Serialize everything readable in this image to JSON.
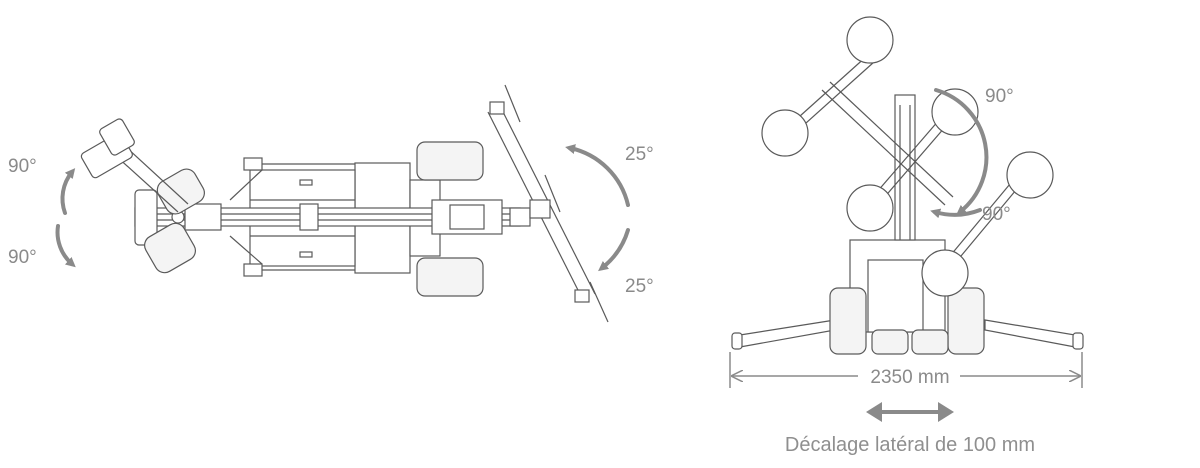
{
  "top_view": {
    "angles": {
      "head_up": "90°",
      "head_down": "90°",
      "boom_up": "25°",
      "boom_down": "25°"
    }
  },
  "front_view": {
    "angles": {
      "rotate_upper": "90°",
      "rotate_lower": "90°"
    },
    "width_dimension": "2350 mm",
    "lateral_offset_caption": "Décalage latéral de 100 mm"
  },
  "colors": {
    "line": "#5a5a5a",
    "annotation": "#8a8a8a"
  }
}
